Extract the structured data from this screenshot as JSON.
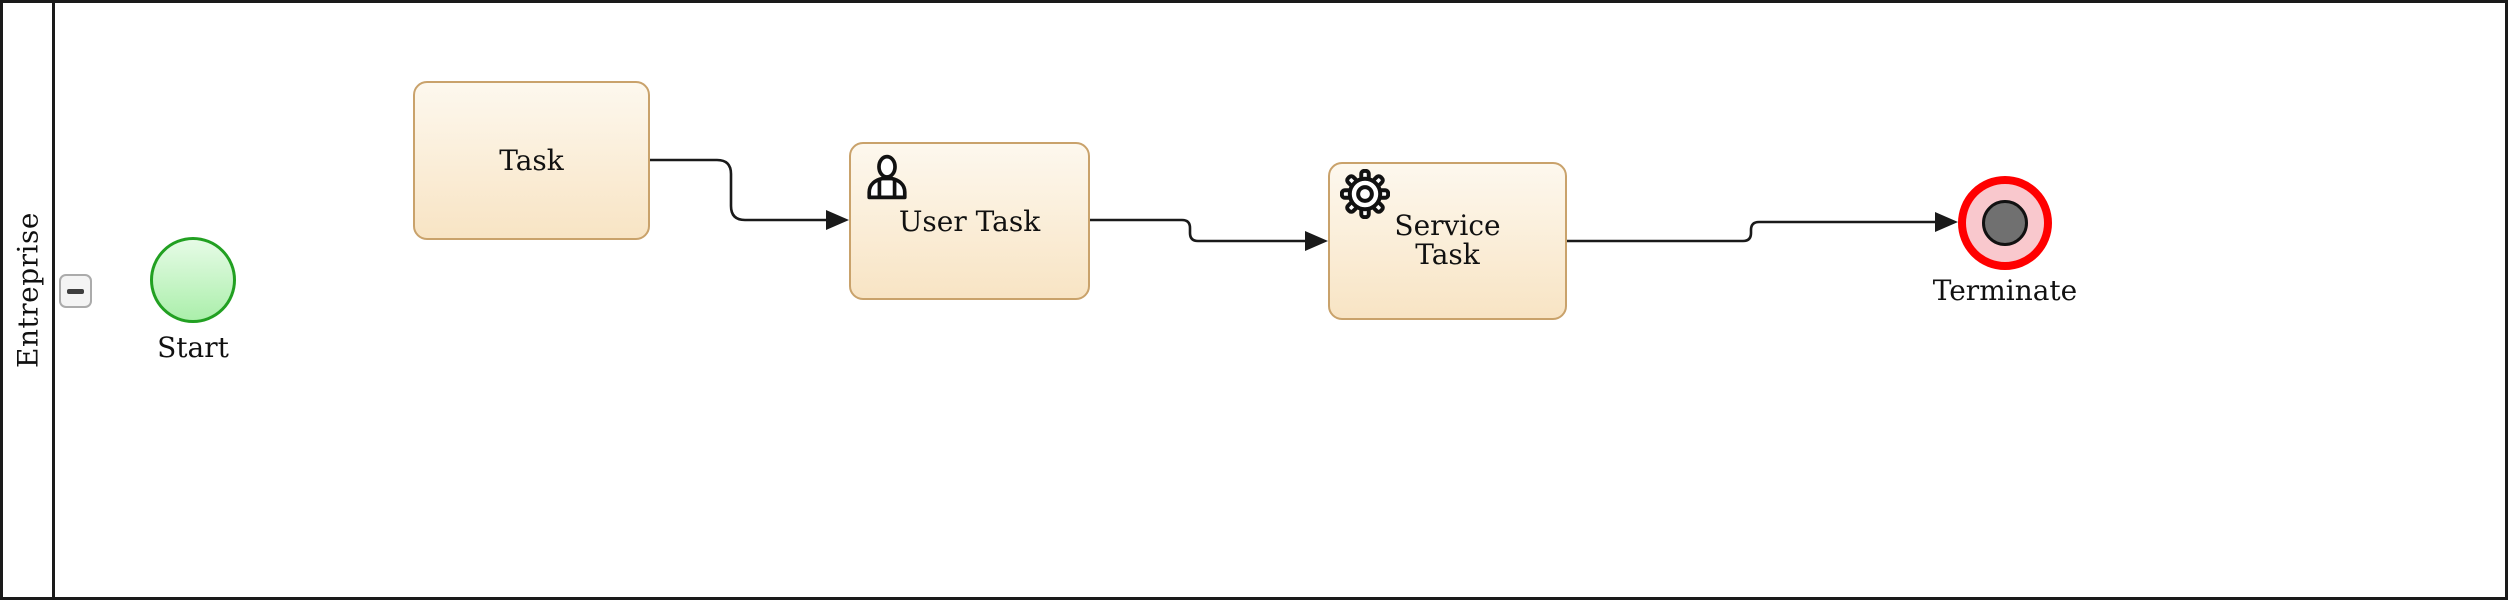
{
  "diagram": {
    "kind": "bpmn-process",
    "pool": {
      "label": "Entreprise",
      "collapse_icon": "minus-icon"
    },
    "nodes": [
      {
        "id": "start",
        "type": "start-event",
        "label": "Start"
      },
      {
        "id": "task",
        "type": "task",
        "label": "Task"
      },
      {
        "id": "user-task",
        "type": "user-task",
        "label": "User Task",
        "icon": "user-icon"
      },
      {
        "id": "service-task",
        "type": "service-task",
        "label": "Service Task",
        "icon": "gear-icon"
      },
      {
        "id": "terminate",
        "type": "terminate-end-event",
        "label": "Terminate"
      }
    ],
    "flows": [
      {
        "from": "task",
        "to": "user-task"
      },
      {
        "from": "user-task",
        "to": "service-task"
      },
      {
        "from": "service-task",
        "to": "terminate"
      }
    ]
  },
  "colors": {
    "line_color": "#1a1a1a",
    "task_border": "#c9a26b",
    "task_fill_top": "#fdf8ee",
    "task_fill_bottom": "#f8e4c4",
    "start_border": "#22a022",
    "start_fill_top": "#e6fbe6",
    "start_fill_bottom": "#abefab",
    "terminate_ring": "#ff0000",
    "terminate_inner_fill": "#f9c8cd",
    "terminate_center": "#707070",
    "label_color": "#111111"
  }
}
